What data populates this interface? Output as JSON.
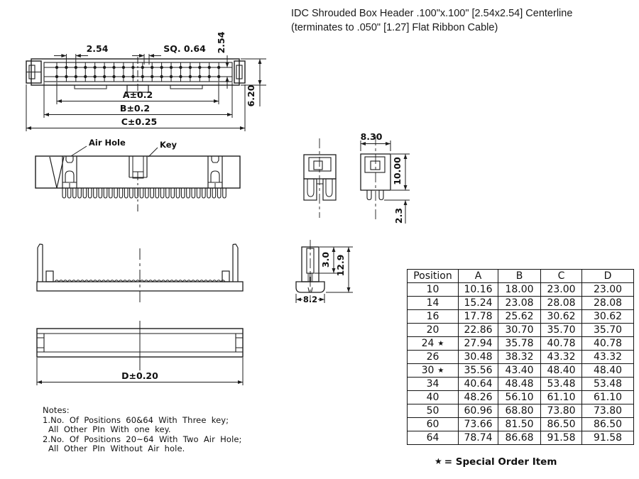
{
  "title": {
    "line1": "IDC Shrouded Box Header .100\"x.100\" [2.54x2.54] Centerline",
    "line2": "(terminates to .050\" [1.27] Flat Ribbon Cable)"
  },
  "drawings": {
    "top_view": {
      "pitch": "2.54",
      "pin_square": "SQ. 0.64",
      "row_spacing": "2.54",
      "dim_a": "A±0.2",
      "dim_b": "B±0.2",
      "dim_c": "C±0.25",
      "body_height": "6.20"
    },
    "front_view": {
      "air_hole_label": "Air Hole",
      "key_label": "Key"
    },
    "end_view": {
      "width": "8.30",
      "height": "10.00",
      "pin_protrusion": "2.3"
    },
    "latch_view": {
      "top_section": "3.0",
      "total_height": "12.9",
      "base_width": "8.2"
    },
    "bottom_view": {
      "dim_d": "D±0.20"
    }
  },
  "notes": {
    "heading": "Notes:",
    "items": [
      {
        "text": "1.No. Of Positions 60&64 With Three key;",
        "indent": false
      },
      {
        "text": "All Other PIn With one key.",
        "indent": true
      },
      {
        "text": "2.No. Of Positions 20~64 With Two Air Hole;",
        "indent": false
      },
      {
        "text": "All Other PIn Without Air hole.",
        "indent": true
      }
    ]
  },
  "table": {
    "headers": [
      "Position",
      "A",
      "B",
      "C",
      "D"
    ],
    "rows": [
      {
        "position": "10",
        "special": false,
        "values": [
          "10.16",
          "18.00",
          "23.00",
          "23.00"
        ]
      },
      {
        "position": "14",
        "special": false,
        "values": [
          "15.24",
          "23.08",
          "28.08",
          "28.08"
        ]
      },
      {
        "position": "16",
        "special": false,
        "values": [
          "17.78",
          "25.62",
          "30.62",
          "30.62"
        ]
      },
      {
        "position": "20",
        "special": false,
        "values": [
          "22.86",
          "30.70",
          "35.70",
          "35.70"
        ]
      },
      {
        "position": "24",
        "special": true,
        "values": [
          "27.94",
          "35.78",
          "40.78",
          "40.78"
        ]
      },
      {
        "position": "26",
        "special": false,
        "values": [
          "30.48",
          "38.32",
          "43.32",
          "43.32"
        ]
      },
      {
        "position": "30",
        "special": true,
        "values": [
          "35.56",
          "43.40",
          "48.40",
          "48.40"
        ]
      },
      {
        "position": "34",
        "special": false,
        "values": [
          "40.64",
          "48.48",
          "53.48",
          "53.48"
        ]
      },
      {
        "position": "40",
        "special": false,
        "values": [
          "48.26",
          "56.10",
          "61.10",
          "61.10"
        ]
      },
      {
        "position": "50",
        "special": false,
        "values": [
          "60.96",
          "68.80",
          "73.80",
          "73.80"
        ]
      },
      {
        "position": "60",
        "special": false,
        "values": [
          "73.66",
          "81.50",
          "86.50",
          "86.50"
        ]
      },
      {
        "position": "64",
        "special": false,
        "values": [
          "78.74",
          "86.68",
          "91.58",
          "91.58"
        ]
      }
    ],
    "special_marker": "★",
    "footnote_text": "= Special Order Item"
  },
  "colors": {
    "line": "#1d1d1d",
    "text": "#111111",
    "background": "#ffffff"
  }
}
